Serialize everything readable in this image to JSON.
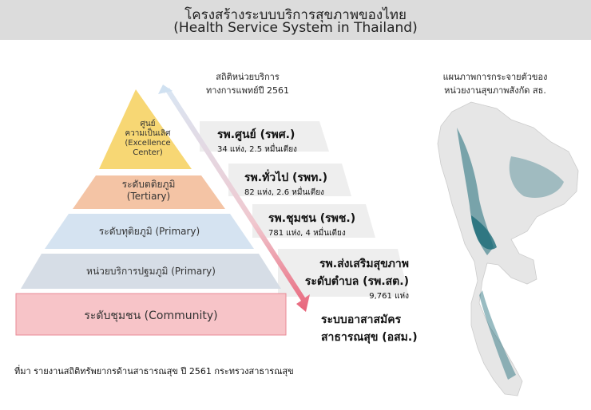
{
  "title": {
    "thai": "โครงสร้างระบบบริการสุขภาพของไทย",
    "english": "(Health Service System in Thailand)"
  },
  "stats_title": [
    "สถิติหน่วยบริการ",
    "ทางการแพทย์ปี 2561"
  ],
  "map_title": [
    "แผนภาพการกระจายตัวของ",
    "หน่วยงานสุขภาพสังกัด สธ."
  ],
  "pyramid": [
    {
      "lines": [
        "ศูนย์",
        "ความเป็นเลิศ",
        "(Excellence",
        "Center)"
      ],
      "color": "#f7d774"
    },
    {
      "lines": [
        "ระดับตติยภูมิ",
        "(Tertiary)"
      ],
      "color": "#f4c4a5"
    },
    {
      "lines": [
        "ระดับทุติยภูมิ (Primary)"
      ],
      "color": "#d5e3f1"
    },
    {
      "lines": [
        "หน่วยบริการปฐมภูมิ (Primary)"
      ],
      "color": "#d6dde6"
    },
    {
      "lines": [
        "ระดับชุมชน (Community)"
      ],
      "color": "#f7c4c8"
    }
  ],
  "stats": [
    {
      "name": "รพ.ศูนย์ (รพศ.)",
      "detail": "34 แห่ง, 2.5 หมื่นเตียง"
    },
    {
      "name": "รพ.ทั่วไป (รพท.)",
      "detail": "82 แห่ง, 2.6 หมื่นเตียง"
    },
    {
      "name": "รพ.ชุมชน (รพช.)",
      "detail": "781 แห่ง, 4 หมื่นเตียง"
    },
    {
      "name_lines": [
        "รพ.ส่งเสริมสุขภาพ",
        "ระดับตำบล (รพ.สต.)"
      ],
      "detail": "9,761 แห่ง"
    },
    {
      "name_lines": [
        "ระบบอาสาสมัคร",
        "สาธารณสุข (อสม.)"
      ]
    }
  ],
  "source": "ที่มา รายงานสถิติทรัพยากรด้านสาธารณสุข ปี 2561 กระทรวงสาธารณสุข",
  "colors": {
    "header_bg": "#dcdcdc",
    "arrow_top": "#cfe0f2",
    "arrow_bottom": "#e8647a",
    "map_fill": "#e6e6e6",
    "map_dots": "#1d6b78"
  }
}
